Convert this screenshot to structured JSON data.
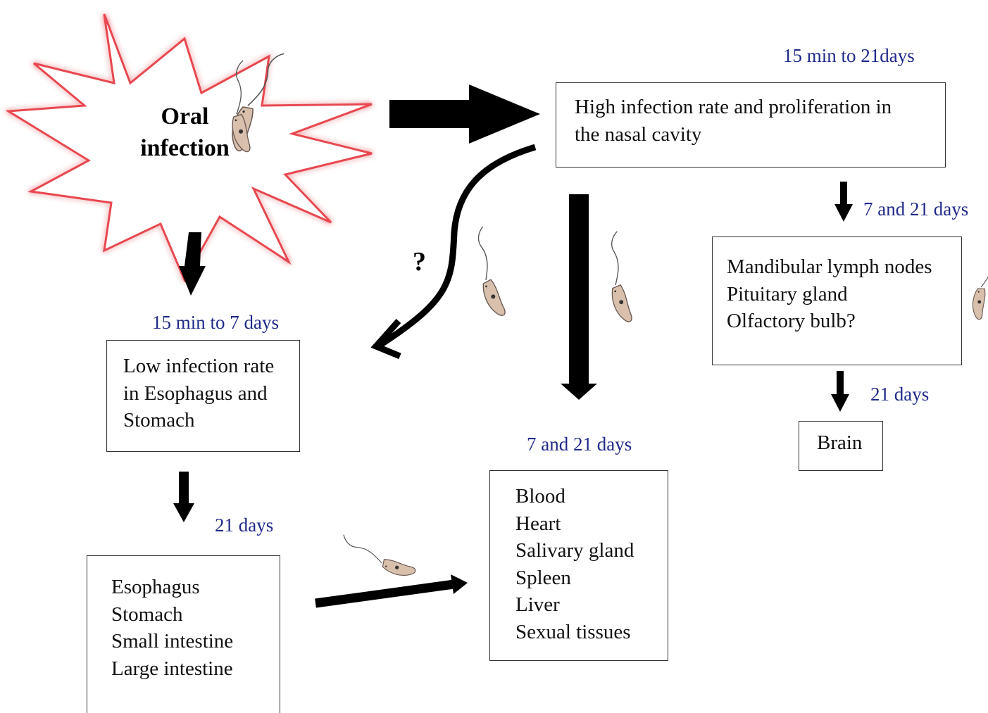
{
  "origin": {
    "label_line1": "Oral",
    "label_line2": "infection",
    "burst_color": "#e8474f"
  },
  "nasal": {
    "time": "15 min to 21days",
    "lines": [
      "High infection rate and proliferation in",
      "the nasal cavity"
    ]
  },
  "low_infection": {
    "time": "15 min to 7 days",
    "lines": [
      "Low infection rate",
      "in Esophagus and",
      "Stomach"
    ]
  },
  "gi_tract": {
    "time": "21 days",
    "lines": [
      "Esophagus",
      "Stomach",
      "Small intestine",
      "Large intestine"
    ]
  },
  "systemic": {
    "time": "7 and 21 days",
    "lines": [
      "Blood",
      "Heart",
      "Salivary gland",
      "Spleen",
      "Liver",
      "Sexual tissues"
    ]
  },
  "head_nodes": {
    "time": "7 and 21 days",
    "lines": [
      "Mandibular lymph nodes",
      "Pituitary gland",
      "Olfactory bulb?"
    ]
  },
  "brain": {
    "time": "21 days",
    "label": "Brain"
  },
  "uncertain_route": {
    "label": "?"
  },
  "colors": {
    "time_text": "#1f2a8a",
    "arrow": "#000000",
    "parasite_body": "#d8c0ad"
  },
  "icons": [
    "starburst-icon",
    "trypanosome-icon",
    "arrow-icon",
    "curved-arrow-icon"
  ]
}
